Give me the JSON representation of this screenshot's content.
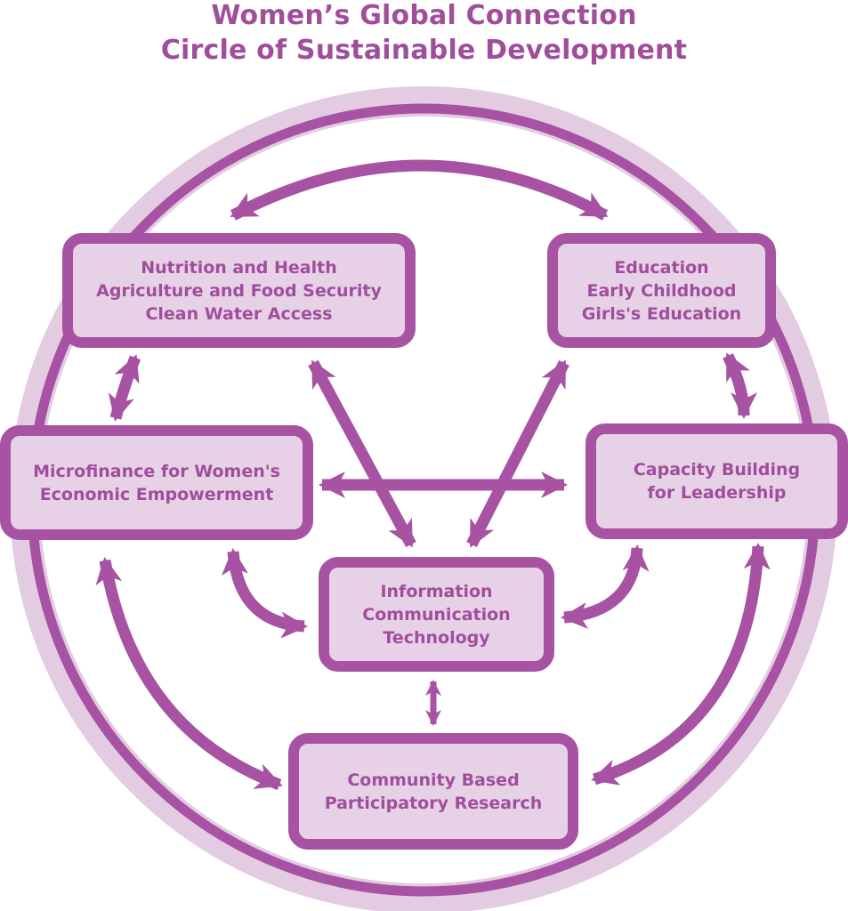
{
  "title": {
    "line1": "Women’s Global Connection",
    "line2": "Circle of Sustainable Development"
  },
  "colors": {
    "primary": "#a752a3",
    "circle_halo": "#e3cbe2",
    "box_fill": "#e7d1e6",
    "text": "#a04e9c"
  },
  "nodes": {
    "nutrition": {
      "line1": "Nutrition and Health",
      "line2": "Agriculture and Food Security",
      "line3": "Clean Water Access"
    },
    "education": {
      "line1": "Education",
      "line2": "Early Childhood",
      "line3": "Girls's Education"
    },
    "microfinance": {
      "line1": "Microfinance for Women's",
      "line2": "Economic Empowerment"
    },
    "capacity": {
      "line1": "Capacity Building",
      "line2": "for Leadership"
    },
    "ict": {
      "line1": "Information",
      "line2": "Communication",
      "line3": "Technology"
    },
    "cbpr": {
      "line1": "Community Based",
      "line2": "Participatory Research"
    }
  }
}
